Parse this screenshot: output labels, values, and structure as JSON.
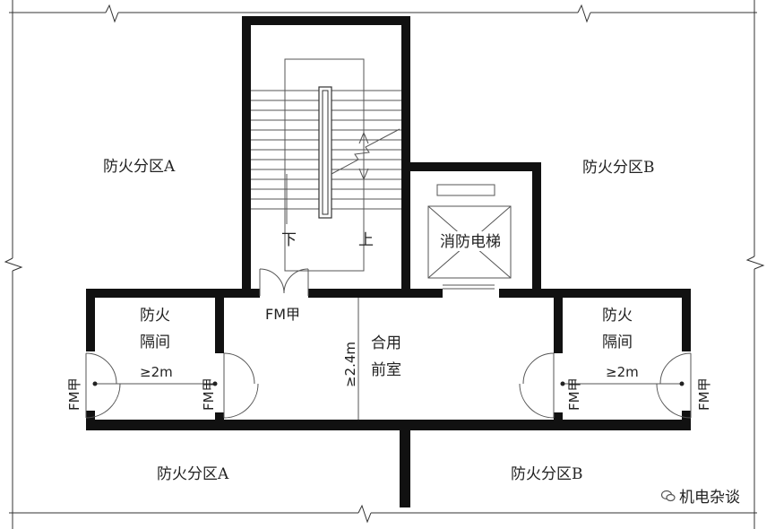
{
  "zones": {
    "zone_a_top": "防火分区A",
    "zone_b_top": "防火分区B",
    "zone_a_bottom": "防火分区A",
    "zone_b_bottom": "防火分区B"
  },
  "stair": {
    "down_label": "下",
    "up_label": "上",
    "door_label": "FM甲"
  },
  "elevator": {
    "label": "消防电梯"
  },
  "lobby": {
    "label_line1": "合用",
    "label_line2": "前室",
    "width_dim": "≥2.4m"
  },
  "left_vestibule": {
    "label_line1": "防火",
    "label_line2": "隔间",
    "dim": "≥2m",
    "door_left": "FM甲",
    "door_right": "FM甲"
  },
  "right_vestibule": {
    "label_line1": "防火",
    "label_line2": "隔间",
    "dim": "≥2m",
    "door_left": "FM甲",
    "door_right": "FM甲"
  },
  "watermark": {
    "text": "机电杂谈",
    "icon": "wechat-icon"
  }
}
